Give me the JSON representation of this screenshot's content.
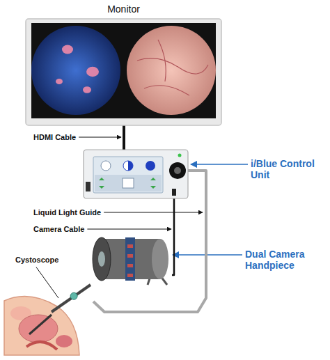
{
  "diagram": {
    "nodes": [
      {
        "text": [
          "Monitor"
        ]
      },
      {
        "text": [
          "i/Blue Control Unit"
        ]
      },
      {
        "text": [
          "Dual Camera Handpiece"
        ]
      },
      {
        "text": [
          "Cystoscope"
        ]
      }
    ],
    "edges": [
      {
        "from": 0,
        "to": 1,
        "arrow": "none"
      },
      {
        "from": 1,
        "to": 2,
        "arrow": "none"
      },
      {
        "from": 1,
        "to": 3,
        "arrow": "none"
      }
    ],
    "labels": [
      "HDMI Cable",
      "Liquid Light Guide",
      "Camera Cable"
    ]
  }
}
